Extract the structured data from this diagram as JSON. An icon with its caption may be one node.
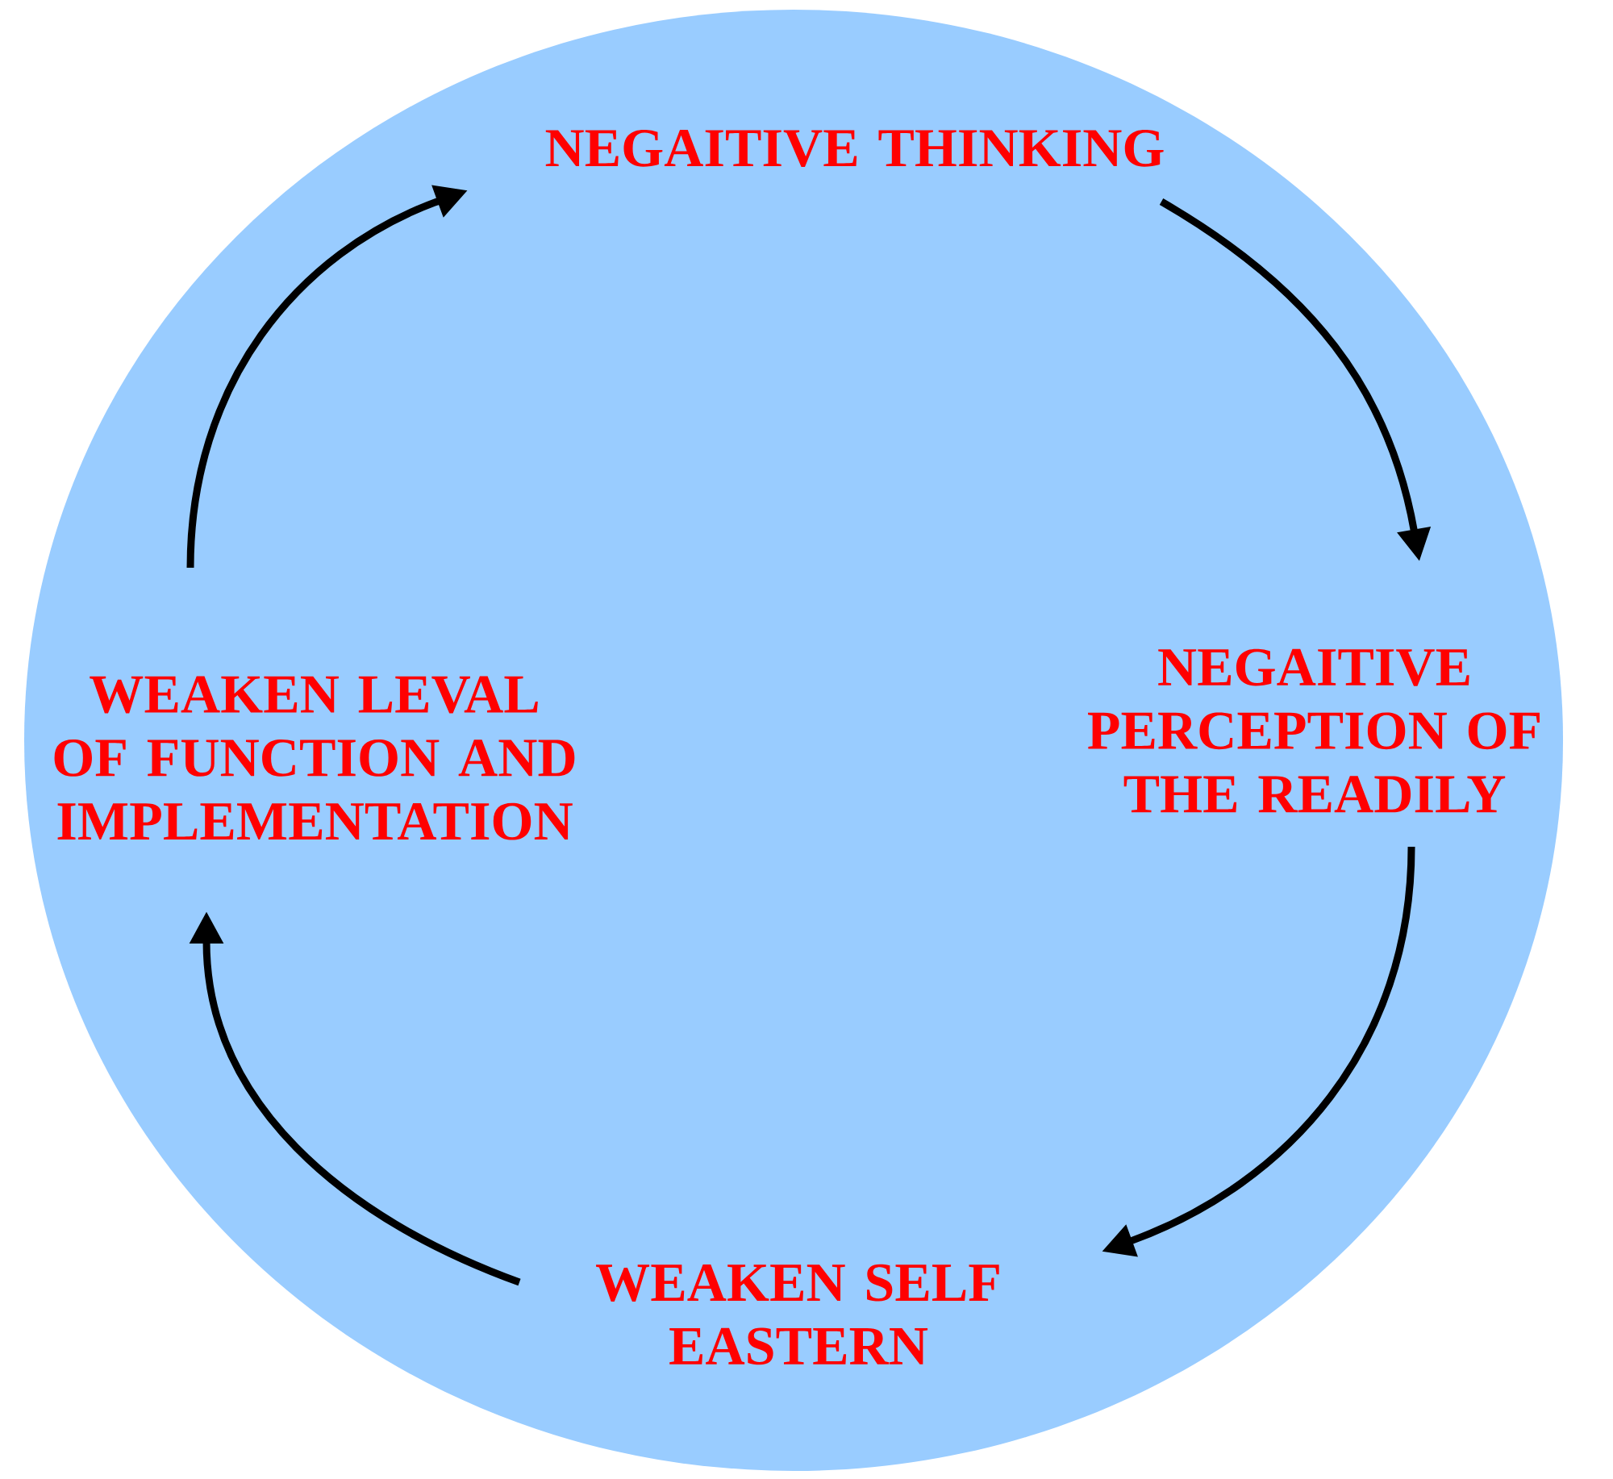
{
  "diagram": {
    "nodes": [
      {
        "text": [
          "NEGAITIVE THINKING"
        ]
      },
      {
        "text": [
          "NEGAITIVE PERCEPTION OF THE READILY"
        ]
      },
      {
        "text": [
          "WEAKEN SELF EASTERN"
        ]
      },
      {
        "text": [
          "WEAKEN LEVAL OF FUNCTION AND IMPLEMENTATION"
        ]
      }
    ],
    "edges": [
      {
        "from": 0,
        "to": 1,
        "arrow": "to"
      },
      {
        "from": 1,
        "to": 2,
        "arrow": "to"
      },
      {
        "from": 2,
        "to": 3,
        "arrow": "to"
      },
      {
        "from": 3,
        "to": 0,
        "arrow": "to"
      }
    ]
  }
}
